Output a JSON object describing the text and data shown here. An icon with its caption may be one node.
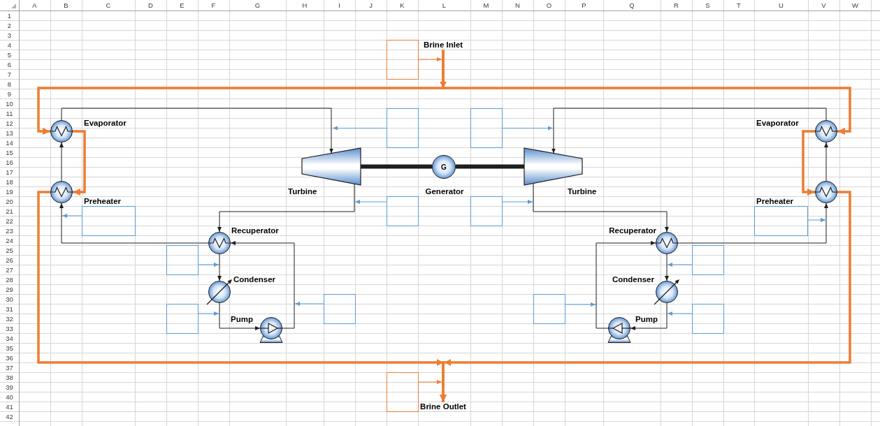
{
  "diagram": {
    "nodes": [
      {
        "text": [],
        "shape": "box"
      },
      {
        "text": [
          "Brine Inlet"
        ]
      },
      {
        "text": [],
        "shape": "circle",
        "beside": [
          "Evaporator"
        ]
      },
      {
        "text": [],
        "shape": "box"
      },
      {
        "text": [],
        "shape": "box"
      },
      {
        "text": [],
        "shape": "circle",
        "beside": [
          "Evaporator"
        ]
      },
      {
        "text": [],
        "shape": "trapezoid",
        "beside": [
          "Turbine"
        ]
      },
      {
        "text": [
          "G"
        ],
        "beside": [
          "Generator"
        ]
      },
      {
        "text": [],
        "shape": "trapezoid",
        "beside": [
          "Turbine"
        ]
      },
      {
        "text": [],
        "shape": "circle"
      },
      {
        "text": [],
        "shape": "circle"
      },
      {
        "text": [],
        "shape": "box"
      },
      {
        "text": [],
        "shape": "box"
      },
      {
        "text": [],
        "shape": "box"
      },
      {
        "text": [],
        "shape": "box"
      },
      {
        "text": [],
        "shape": "circle",
        "beside": [
          "Recuperator"
        ]
      },
      {
        "text": [],
        "shape": "circle",
        "beside": [
          "Recuperator"
        ]
      },
      {
        "text": [],
        "shape": "box"
      },
      {
        "text": [],
        "shape": "box"
      },
      {
        "text": [],
        "shape": "circle",
        "beside": [
          "Condenser"
        ]
      },
      {
        "text": [],
        "shape": "circle",
        "beside": [
          "Condenser"
        ]
      },
      {
        "text": [],
        "shape": "box"
      },
      {
        "text": [],
        "shape": "box"
      },
      {
        "text": [],
        "shape": "box"
      },
      {
        "text": [],
        "shape": "box"
      },
      {
        "text": [],
        "shape": "circle",
        "beside": [
          "Pump"
        ]
      },
      {
        "text": [],
        "shape": "circle",
        "beside": [
          "Pump"
        ]
      },
      {
        "text": [],
        "shape": "box"
      },
      {
        "text": [
          "Brine Outlet"
        ]
      }
    ],
    "edges": [
      {
        "from": 1,
        "to": 2,
        "arrow": "to",
        "style": "thick",
        "color": "#ed7d31"
      },
      {
        "from": 1,
        "to": 5,
        "arrow": "to",
        "style": "thick",
        "color": "#ed7d31"
      },
      {
        "from": 2,
        "to": 9,
        "arrow": "to",
        "style": "thick",
        "color": "#ed7d31"
      },
      {
        "from": 5,
        "to": 10,
        "arrow": "to",
        "style": "thick",
        "color": "#ed7d31"
      },
      {
        "from": 9,
        "to": 28,
        "arrow": "to",
        "style": "thick",
        "color": "#ed7d31"
      },
      {
        "from": 10,
        "to": 28,
        "arrow": "to",
        "style": "thick",
        "color": "#ed7d31"
      },
      {
        "from": 0,
        "to": 1,
        "arrow": "to",
        "color": "#ed7d31"
      },
      {
        "from": 27,
        "to": 28,
        "arrow": "to",
        "color": "#ed7d31"
      },
      {
        "from": 2,
        "to": 6,
        "arrow": "to"
      },
      {
        "from": 5,
        "to": 8,
        "arrow": "to"
      },
      {
        "from": 6,
        "to": 7,
        "arrow": "none",
        "style": "thick"
      },
      {
        "from": 7,
        "to": 8,
        "arrow": "none",
        "style": "thick"
      },
      {
        "from": 6,
        "to": 15,
        "arrow": "to"
      },
      {
        "from": 8,
        "to": 16,
        "arrow": "to"
      },
      {
        "from": 15,
        "to": 9,
        "arrow": "to"
      },
      {
        "from": 16,
        "to": 10,
        "arrow": "to"
      },
      {
        "from": 9,
        "to": 2,
        "arrow": "to"
      },
      {
        "from": 10,
        "to": 5,
        "arrow": "to"
      },
      {
        "from": 15,
        "to": 19,
        "arrow": "to"
      },
      {
        "from": 16,
        "to": 20,
        "arrow": "to"
      },
      {
        "from": 19,
        "to": 25,
        "arrow": "to"
      },
      {
        "from": 20,
        "to": 26,
        "arrow": "to"
      },
      {
        "from": 25,
        "to": 15,
        "arrow": "to"
      },
      {
        "from": 26,
        "to": 16,
        "arrow": "to"
      },
      {
        "from": 3,
        "to": null,
        "arrow": "to",
        "color": "#5b9bd5"
      },
      {
        "from": 4,
        "to": null,
        "arrow": "to",
        "color": "#5b9bd5"
      },
      {
        "from": 11,
        "to": 6,
        "arrow": "to",
        "color": "#5b9bd5"
      },
      {
        "from": 12,
        "to": 8,
        "arrow": "to",
        "color": "#5b9bd5"
      },
      {
        "from": 13,
        "to": 9,
        "arrow": "to",
        "color": "#5b9bd5"
      },
      {
        "from": 14,
        "to": 10,
        "arrow": "to",
        "color": "#5b9bd5"
      },
      {
        "from": 17,
        "to": 15,
        "arrow": "to",
        "color": "#5b9bd5"
      },
      {
        "from": 18,
        "to": 16,
        "arrow": "to",
        "color": "#5b9bd5"
      },
      {
        "from": 21,
        "to": null,
        "arrow": "to",
        "color": "#5b9bd5"
      },
      {
        "from": 22,
        "to": null,
        "arrow": "to",
        "color": "#5b9bd5"
      },
      {
        "from": 23,
        "to": 19,
        "arrow": "to",
        "color": "#5b9bd5"
      },
      {
        "from": 24,
        "to": 20,
        "arrow": "to",
        "color": "#5b9bd5"
      }
    ],
    "labels": [
      "A",
      "B",
      "C",
      "D",
      "E",
      "F",
      "G",
      "H",
      "I",
      "J",
      "K",
      "L",
      "M",
      "N",
      "O",
      "P",
      "Q",
      "R",
      "S",
      "T",
      "U",
      "V",
      "W",
      "1",
      "2",
      "3",
      "4",
      "5",
      "6",
      "7",
      "8",
      "9",
      "10",
      "11",
      "12",
      "13",
      "14",
      "15",
      "16",
      "17",
      "18",
      "19",
      "20",
      "21",
      "22",
      "23",
      "24",
      "25",
      "26",
      "27",
      "28",
      "29",
      "30",
      "31",
      "32",
      "33",
      "34",
      "35",
      "36",
      "37",
      "38",
      "39",
      "40",
      "41",
      "42",
      "Preheater",
      "Preheater"
    ]
  }
}
